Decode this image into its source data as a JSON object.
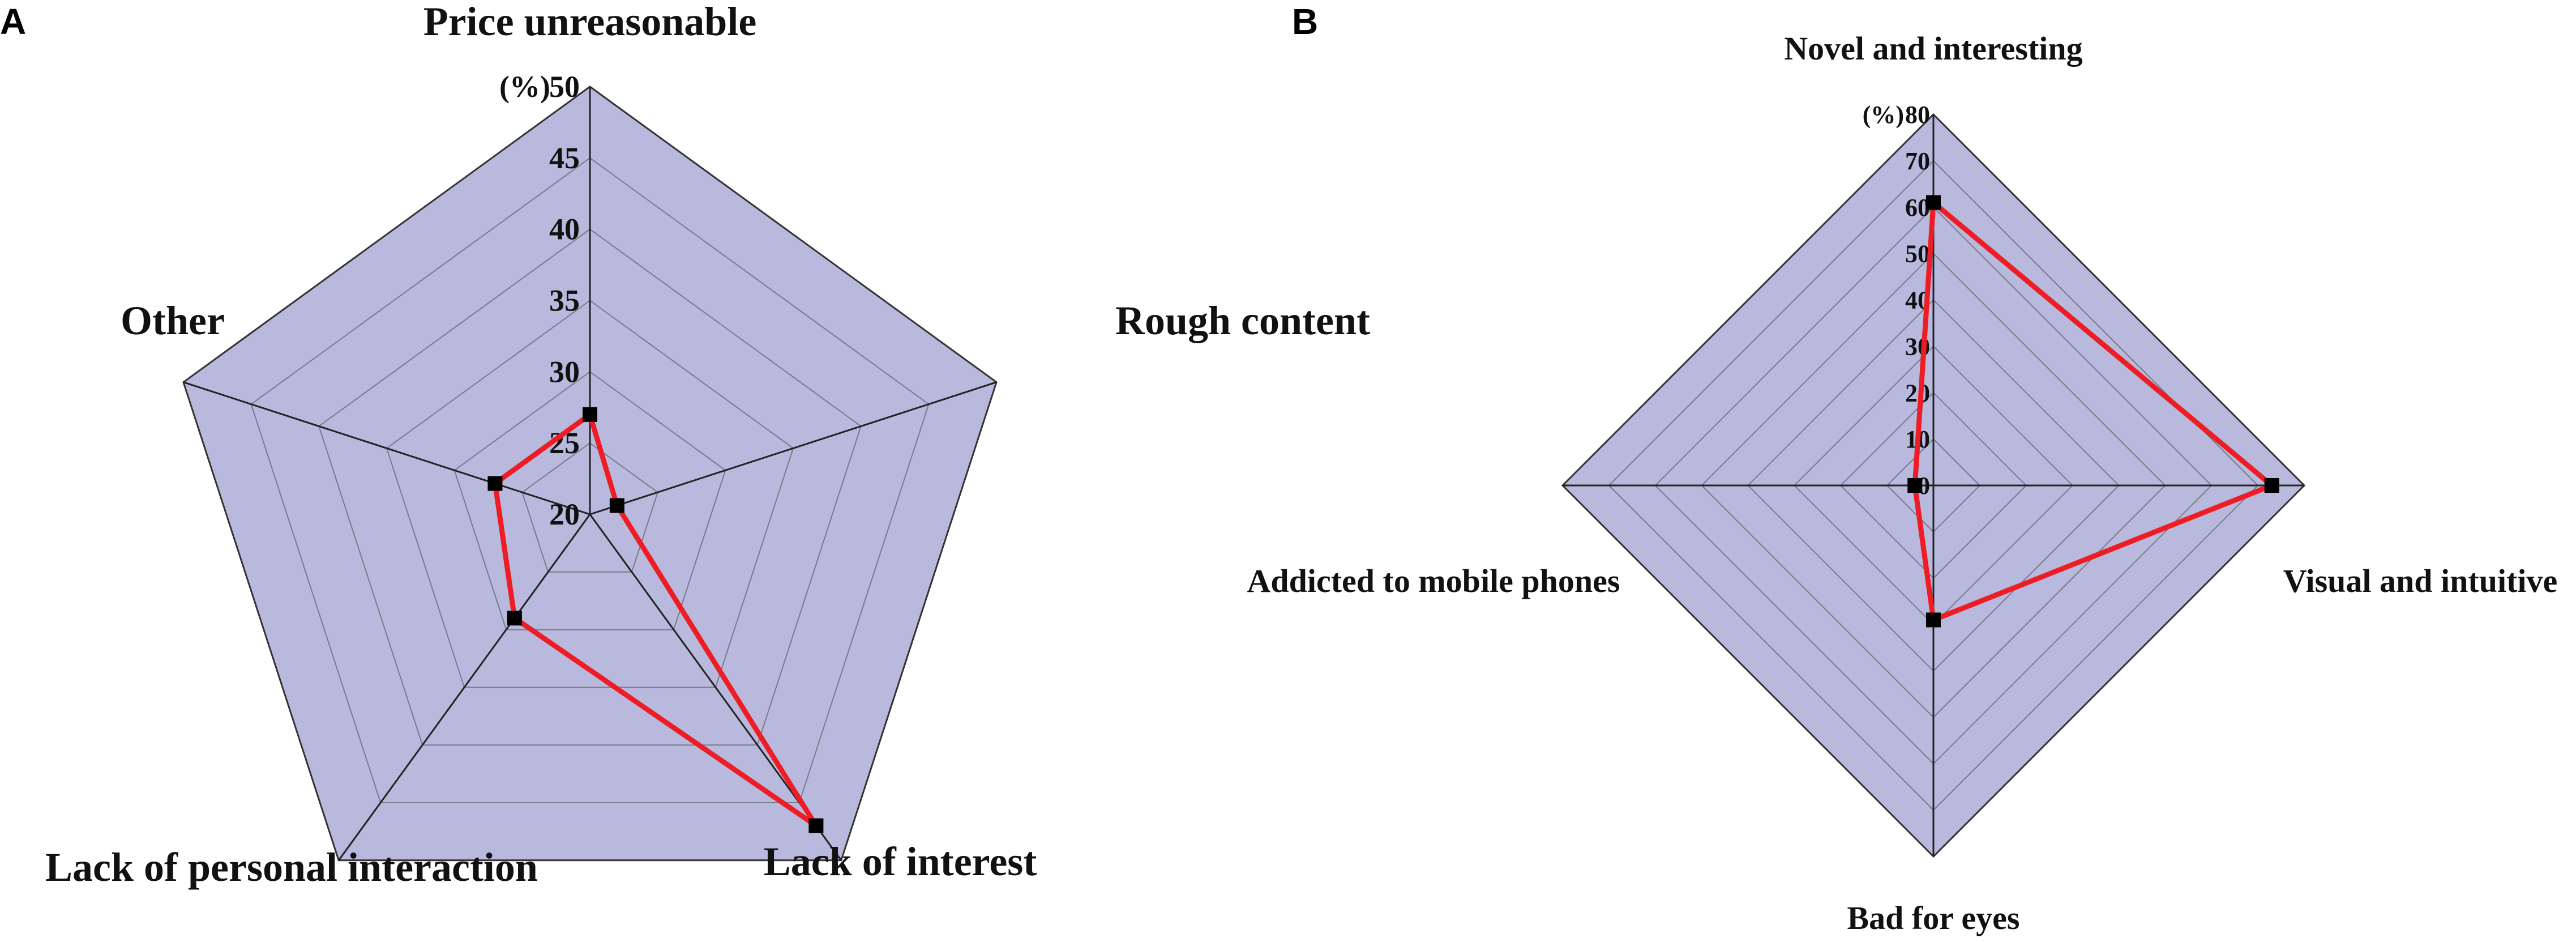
{
  "chart_data": [
    {
      "type": "radar",
      "panel": "A",
      "axes": [
        "Price unreasonable",
        "Rough content",
        "Lack of interest",
        "Lack of personal interaction",
        "Other"
      ],
      "unit": "(%)",
      "rlim": [
        20,
        50
      ],
      "ticks": [
        20,
        25,
        30,
        35,
        40,
        45,
        50
      ],
      "grid": true,
      "series": [
        {
          "values": [
            27,
            22,
            47,
            29,
            27
          ],
          "color": "#ee1c25"
        }
      ],
      "fill_color": "#b8b9dc"
    },
    {
      "type": "radar",
      "panel": "B",
      "axes": [
        "Novel and interesting",
        "Visual and intuitive",
        "Bad for eyes",
        "Addicted to mobile phones"
      ],
      "unit": "(%)",
      "rlim": [
        0,
        80
      ],
      "ticks": [
        0,
        10,
        20,
        30,
        40,
        50,
        60,
        70,
        80
      ],
      "grid": true,
      "series": [
        {
          "values": [
            61,
            73,
            29,
            4
          ],
          "color": "#ee1c25"
        }
      ],
      "fill_color": "#b8b9dc"
    }
  ]
}
